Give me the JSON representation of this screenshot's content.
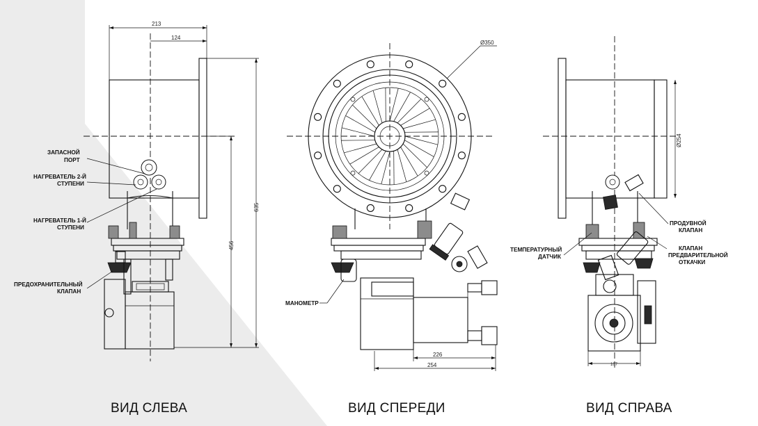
{
  "views": {
    "left": {
      "caption": "ВИД СЛЕВА"
    },
    "front": {
      "caption": "ВИД СПЕРЕДИ"
    },
    "right": {
      "caption": "ВИД СПРАВА"
    }
  },
  "dimensions": {
    "d213": "213",
    "d124": "124",
    "d635": "635",
    "d456": "456",
    "d350": "Ø350",
    "d226": "226",
    "d254": "254",
    "d254_diam": "Ø254",
    "d107": "107"
  },
  "callouts": {
    "spare_port": [
      "ЗАПАСНОЙ",
      "ПОРТ"
    ],
    "heater_stage2": [
      "НАГРЕВАТЕЛЬ 2-Й",
      "СТУПЕНИ"
    ],
    "heater_stage1": [
      "НАГРЕВАТЕЛЬ 1-Й",
      "СТУПЕНИ"
    ],
    "safety_valve": [
      "ПРЕДОХРАНИТЕЛЬНЫЙ",
      "КЛАПАН"
    ],
    "manometer": "МАНОМЕТР",
    "temp_sensor": [
      "ТЕМПЕРАТУРНЫЙ",
      "ДАТЧИК"
    ],
    "purge_valve": [
      "ПРОДУВНОЙ",
      "КЛАПАН"
    ],
    "rough_valve": [
      "КЛАПАН",
      "ПРЕДВАРИТЕЛЬНОЙ",
      "ОТКАЧКИ"
    ]
  },
  "colors": {
    "background": "#ffffff",
    "accent_shape": "#ececec",
    "line": "#111111"
  }
}
